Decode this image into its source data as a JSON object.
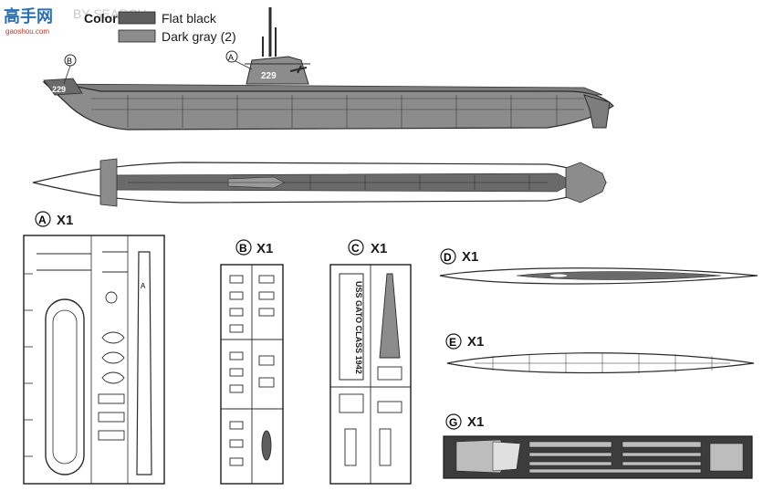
{
  "watermark": {
    "site_name": "高手网",
    "site_url": "gaoshou.com",
    "search_text": "BY SEARCH"
  },
  "legend": {
    "heading": "Color:",
    "items": [
      {
        "label": "Flat black",
        "color": "#5e5e5e"
      },
      {
        "label": "Dark gray (2)",
        "color": "#8c8c8c"
      }
    ]
  },
  "side_view": {
    "callout_a": "A",
    "callout_b": "B",
    "hull_number_tower": "229",
    "hull_number_bow": "229"
  },
  "sprues": {
    "a": {
      "letter": "A",
      "qty": "X1"
    },
    "b": {
      "letter": "B",
      "qty": "X1"
    },
    "c": {
      "letter": "C",
      "qty": "X1",
      "box_text": "USS GATO CLASS 1942"
    },
    "d": {
      "letter": "D",
      "qty": "X1"
    },
    "e": {
      "letter": "E",
      "qty": "X1"
    },
    "g": {
      "letter": "G",
      "qty": "X1"
    }
  },
  "colors": {
    "ink": "#2b2b2b",
    "hull_gray": "#8c8c8c",
    "deck_dark": "#6a6a6a",
    "photo_etch": "#3c3c3c"
  }
}
